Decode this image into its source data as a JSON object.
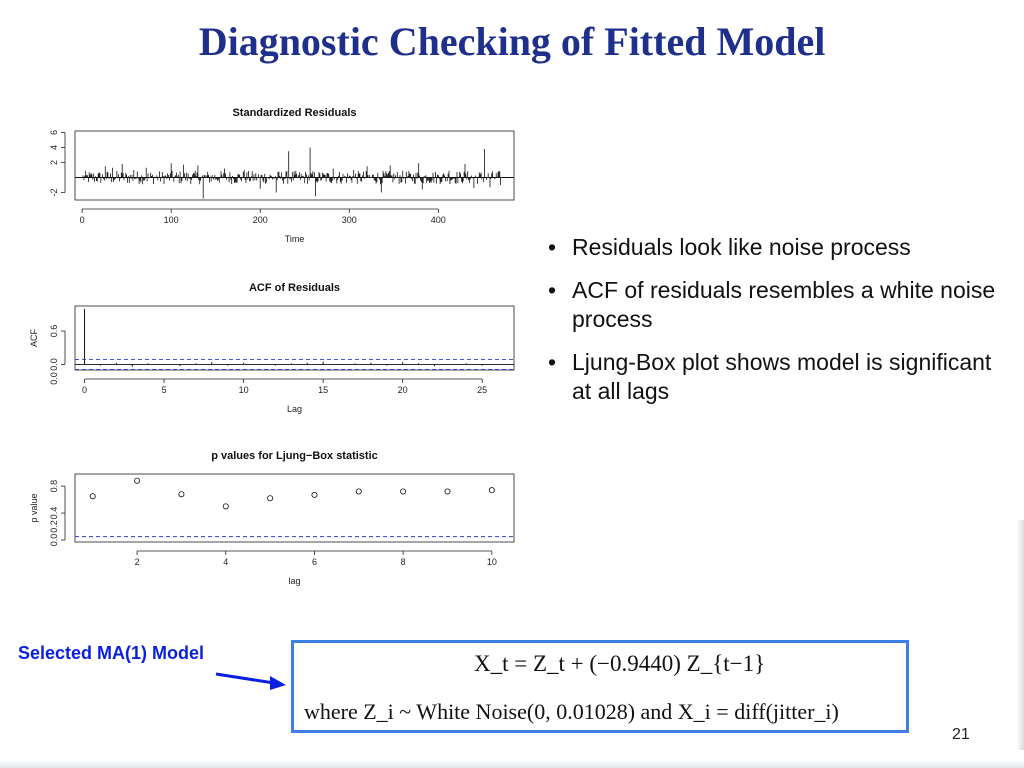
{
  "slide": {
    "title": "Diagnostic Checking of Fitted Model",
    "page_number": "21"
  },
  "bullets": [
    "Residuals look like noise process",
    "ACF of residuals resembles a white noise process",
    "Ljung-Box plot shows model is significant at all lags"
  ],
  "model": {
    "caption": "Selected MA(1) Model",
    "equation": "X_t = Z_t + (−0.9440) Z_{t−1}",
    "where_clause": "where Z_i ~ White Noise(0, 0.01028) and X_i = diff(jitter_i)"
  },
  "chart_data": [
    {
      "type": "line",
      "title": "Standardized Residuals",
      "xlabel": "Time",
      "ylabel": "",
      "xlim": [
        -8,
        485
      ],
      "ylim": [
        -3,
        6.2
      ],
      "xticks": [
        0,
        100,
        200,
        300,
        400
      ],
      "yticks": [
        -2,
        2,
        4,
        6
      ],
      "reference_line": 0,
      "series": [
        {
          "n": 470,
          "spikes": [
            [
              26,
              1.5
            ],
            [
              34,
              1.3
            ],
            [
              45,
              1.8
            ],
            [
              58,
              1.0
            ],
            [
              72,
              1.3
            ],
            [
              100,
              1.9
            ],
            [
              114,
              1.7
            ],
            [
              130,
              1.6
            ],
            [
              136,
              -2.8
            ],
            [
              160,
              1.2
            ],
            [
              182,
              1.0
            ],
            [
              200,
              -1.5
            ],
            [
              218,
              -2.0
            ],
            [
              232,
              3.5
            ],
            [
              256,
              4.0
            ],
            [
              262,
              -2.5
            ],
            [
              282,
              1.2
            ],
            [
              305,
              1.0
            ],
            [
              320,
              1.5
            ],
            [
              336,
              -2.0
            ],
            [
              346,
              1.6
            ],
            [
              378,
              1.9
            ],
            [
              382,
              -1.6
            ],
            [
              412,
              0.9
            ],
            [
              430,
              1.8
            ],
            [
              440,
              -1.4
            ],
            [
              452,
              3.8
            ],
            [
              458,
              -1.3
            ],
            [
              470,
              -1.0
            ]
          ]
        }
      ]
    },
    {
      "type": "bar",
      "title": "ACF of Residuals",
      "xlabel": "Lag",
      "ylabel": "ACF",
      "xlim": [
        -0.6,
        27
      ],
      "ylim": [
        -0.1,
        1.05
      ],
      "xticks": [
        0,
        5,
        10,
        15,
        20,
        25
      ],
      "yticks": [
        0.0,
        0.6
      ],
      "extra_ytick_label": "0.0",
      "confidence_band": 0.09,
      "series": [
        {
          "lags": [
            0,
            1,
            2,
            3,
            4,
            5,
            6,
            7,
            8,
            9,
            10,
            11,
            12,
            13,
            14,
            15,
            16,
            17,
            18,
            19,
            20,
            21,
            22,
            23,
            24,
            25,
            26
          ],
          "values": [
            1.0,
            -0.02,
            0.03,
            -0.04,
            0.02,
            0.01,
            -0.03,
            0.02,
            0.04,
            -0.02,
            0.03,
            0.01,
            -0.02,
            0.02,
            0.03,
            0.05,
            -0.01,
            0.02,
            0.03,
            -0.02,
            0.04,
            0.02,
            -0.03,
            0.01,
            0.02,
            -0.02,
            0.01
          ]
        }
      ]
    },
    {
      "type": "scatter",
      "title": "p values for Ljung−Box statistic",
      "xlabel": "lag",
      "ylabel": "p value",
      "xlim": [
        0.6,
        10.5
      ],
      "ylim": [
        -0.03,
        0.98
      ],
      "xticks": [
        2,
        4,
        6,
        8,
        10
      ],
      "yticks": [
        0.0,
        0.4,
        0.8
      ],
      "extra_ytick_label": "0.2",
      "reference_line": 0.05,
      "series": [
        {
          "x": [
            1,
            2,
            3,
            4,
            5,
            6,
            7,
            8,
            9,
            10
          ],
          "y": [
            0.65,
            0.88,
            0.68,
            0.5,
            0.62,
            0.67,
            0.72,
            0.72,
            0.72,
            0.74
          ]
        }
      ]
    }
  ]
}
